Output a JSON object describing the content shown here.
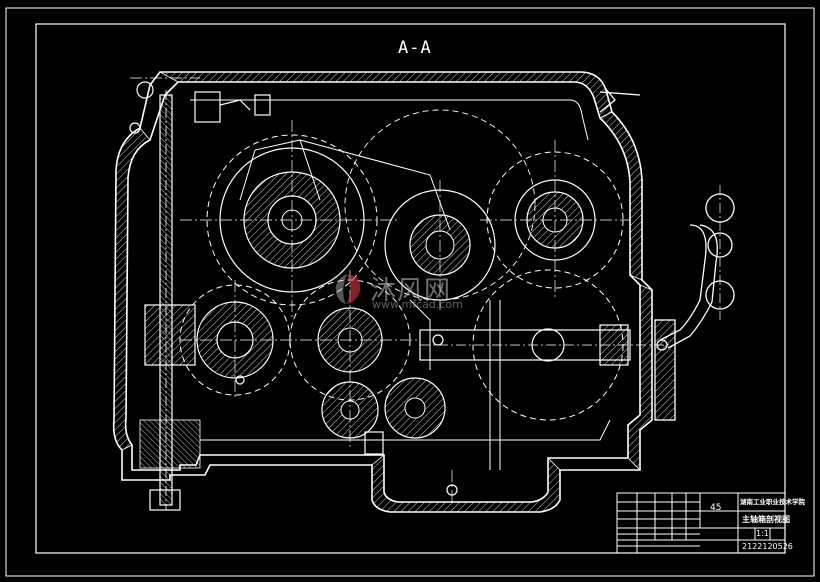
{
  "drawing": {
    "section_label": "A-A",
    "line_color": "#ffffff",
    "background": "#000000"
  },
  "title_block": {
    "quantity": "45",
    "school": "湖南工业职业技术学院",
    "drawing_name": "主轴箱剖视图",
    "scale": "1:1",
    "drawing_number": "2122120526"
  },
  "watermark": {
    "brand": "沐风网",
    "url": "www.mfcad.com",
    "logo": "mufeng-logo-icon"
  }
}
